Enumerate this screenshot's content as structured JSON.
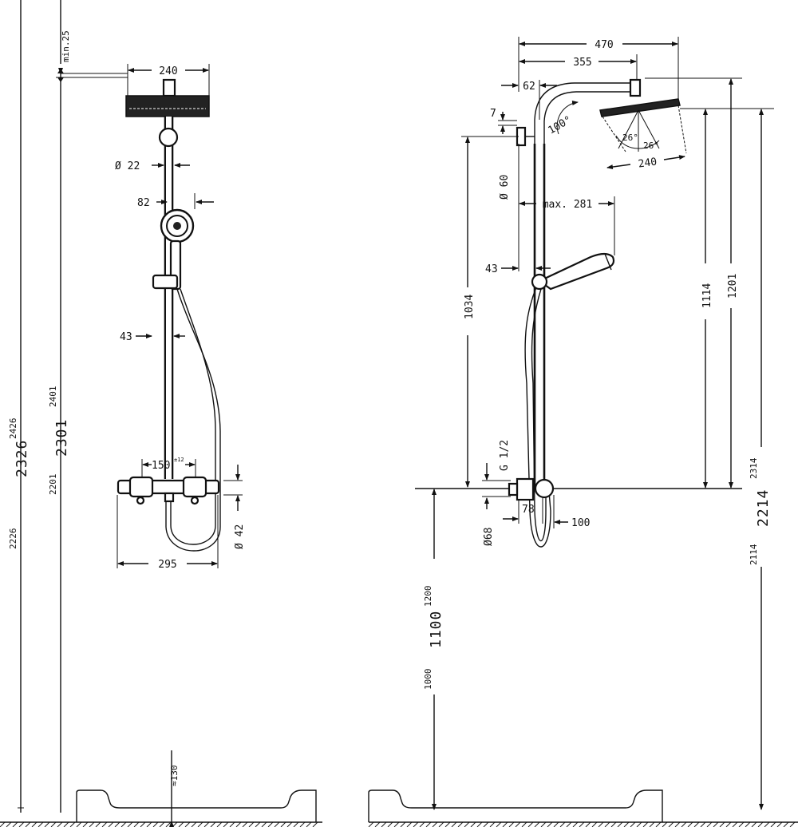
{
  "front_view": {
    "min_clearance": "min.25",
    "head_width": "240",
    "pipe_diameter": "Ø 22",
    "handshower_offset": "82",
    "rail_offset": "43",
    "height_outer": "2426",
    "height_main": "2326",
    "height_inner": "2226",
    "height2_outer": "2401",
    "height2_main": "2301",
    "height2_inner": "2201",
    "mixer_spacing": "150",
    "mixer_spacing_tol": "±12",
    "mixer_height": "Ø 42",
    "mixer_width": "295",
    "tray_height": "≈130"
  },
  "side_view": {
    "arm_reach_total": "470",
    "arm_reach_center": "355",
    "wall_offset": "62",
    "wall_gap": "7",
    "arm_angle": "100°",
    "tilt_angle_left": "26°",
    "tilt_angle_right": "26°",
    "head_width": "240",
    "bracket_diameter": "Ø 60",
    "handshower_reach": "max. 281",
    "rail_offset": "43",
    "bracket_height": "1034",
    "connection": "G 1/2",
    "mixer_diameter": "Ø68",
    "mixer_depth": "78",
    "mixer_projection": "100",
    "height_1114": "1114",
    "height_1201": "1201",
    "height_outer": "2314",
    "height_main": "2214",
    "height_inner": "2114",
    "mixer_outer": "1200",
    "mixer_main": "1100",
    "mixer_inner": "1000"
  }
}
